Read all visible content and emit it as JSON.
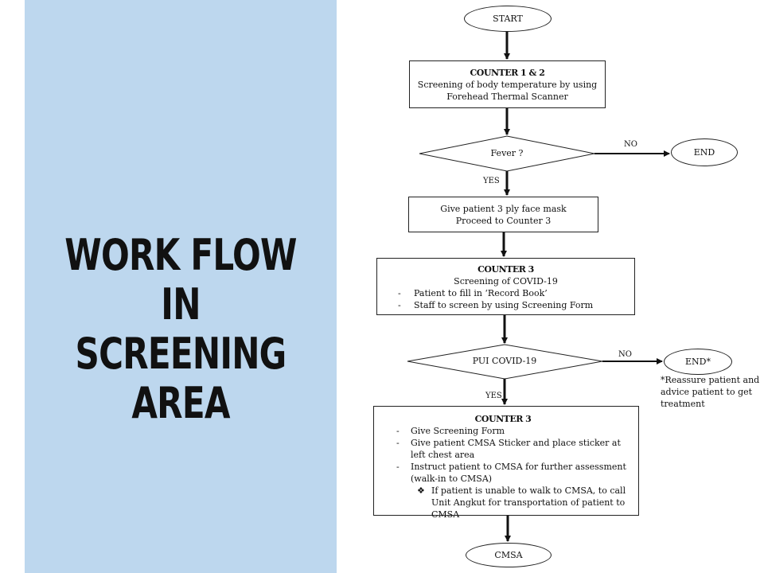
{
  "title": {
    "line1": "WORK FLOW IN",
    "line2": "SCREENING AREA"
  },
  "colors": {
    "panel": "#bdd7ee",
    "line": "#111111"
  },
  "nodes": {
    "start": "START",
    "counter12": {
      "heading": "COUNTER 1 & 2",
      "line1": "Screening of body temperature by using",
      "line2": "Forehead Thermal Scanner"
    },
    "fever": "Fever ?",
    "end1": "END",
    "mask": {
      "line1": "Give patient 3 ply face mask",
      "line2": "Proceed to Counter 3"
    },
    "counter3a": {
      "heading": "COUNTER 3",
      "line1": "Screening of COVID-19",
      "items": [
        "Patient to fill in ‘Record Book’",
        "Staff to screen by using Screening Form"
      ]
    },
    "pui": "PUI COVID-19",
    "end2": "END*",
    "end2_note": "*Reassure patient and advice patient to get treatment",
    "counter3b": {
      "heading": "COUNTER 3",
      "items": [
        "Give Screening Form",
        "Give patient CMSA Sticker and place sticker at left chest area",
        "Instruct patient to CMSA for further assessment (walk-in to CMSA)"
      ],
      "subitem": "If patient is unable to walk to CMSA, to call Unit Angkut for transportation of patient to CMSA",
      "subitem_icon": "diamond-bullet-icon"
    },
    "cmsa": "CMSA"
  },
  "labels": {
    "no1": "NO",
    "yes1": "YES",
    "no2": "NO",
    "yes2": "YES"
  }
}
